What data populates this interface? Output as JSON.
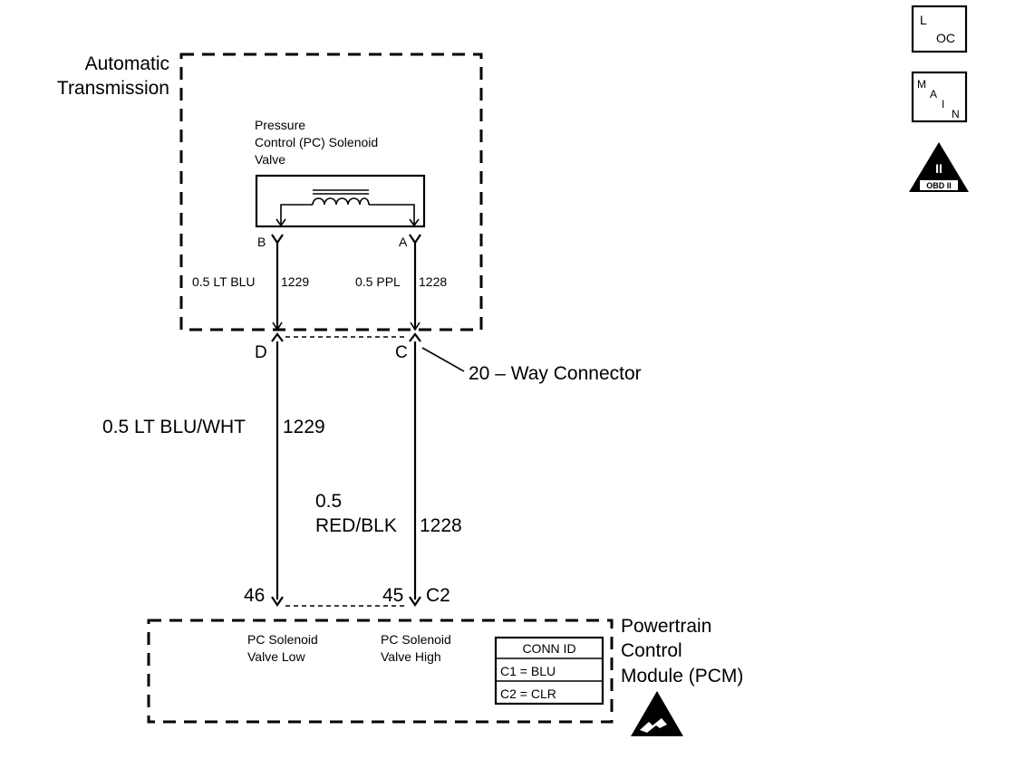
{
  "transmission": {
    "label_line1": "Automatic",
    "label_line2": "Transmission",
    "solenoid_line1": "Pressure",
    "solenoid_line2": "Control (PC) Solenoid",
    "solenoid_line3": "Valve",
    "pin_b": "B",
    "pin_a": "A",
    "wire_b": "0.5 LT BLU",
    "circuit_b": "1229",
    "wire_a": "0.5 PPL",
    "circuit_a": "1228"
  },
  "connector": {
    "pin_d": "D",
    "pin_c": "C",
    "label": "20 – Way Connector"
  },
  "harness": {
    "wire_left": "0.5 LT BLU/WHT",
    "circuit_left": "1229",
    "wire_right_line1": "0.5",
    "wire_right_line2": "RED/BLK",
    "circuit_right": "1228"
  },
  "pcm": {
    "pin_left": "46",
    "pin_right": "45",
    "connector": "C2",
    "label_line1": "Powertrain",
    "label_line2": "Control",
    "label_line3": "Module (PCM)",
    "low_line1": "PC Solenoid",
    "low_line2": "Valve Low",
    "high_line1": "PC Solenoid",
    "high_line2": "Valve High",
    "conn_id_title": "CONN ID",
    "conn_id_c1": "C1 = BLU",
    "conn_id_c2": "C2 = CLR"
  },
  "nav": {
    "loc_l": "L",
    "loc_oc": "OC",
    "main_m": "M",
    "main_a": "A",
    "main_i": "I",
    "main_n": "N",
    "obd_numeral": "II",
    "obd_label": "OBD II"
  }
}
